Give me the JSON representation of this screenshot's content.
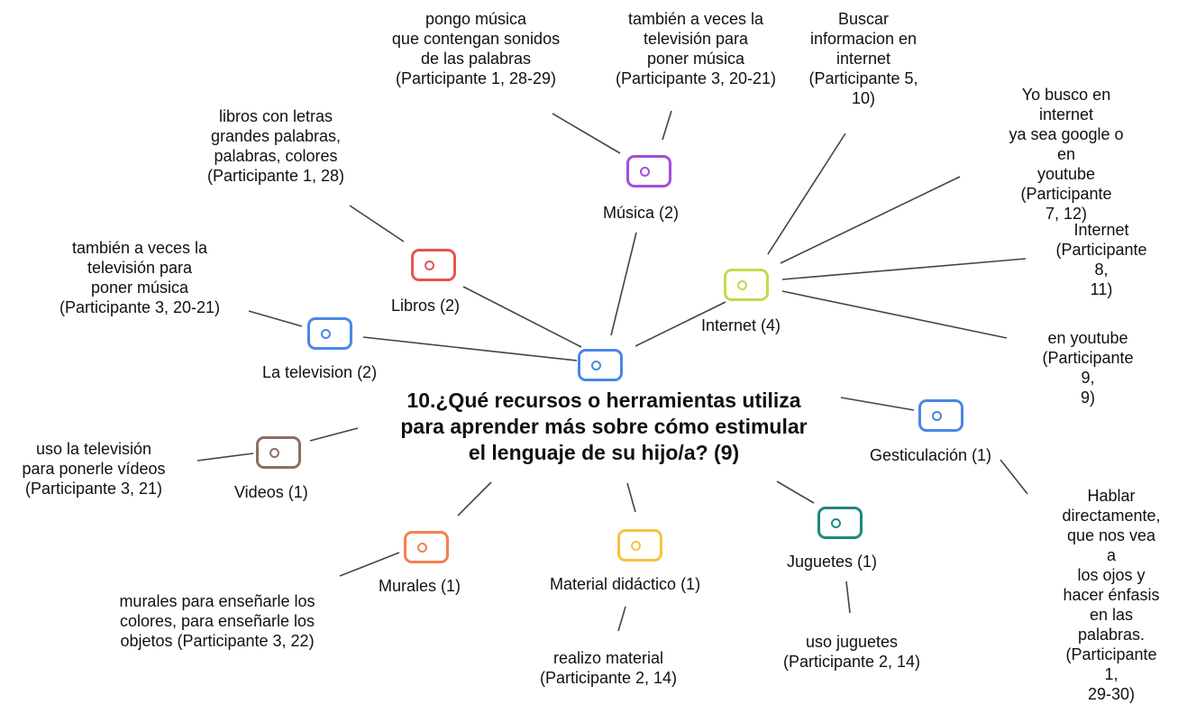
{
  "central": {
    "title": "10.¿Qué recursos o herramientas utiliza\npara aprender más sobre cómo estimular\nel lenguaje de su hijo/a? (9)",
    "color": "#4a86e8"
  },
  "categories": {
    "musica": {
      "label": "Música (2)",
      "color": "#a64dde"
    },
    "libros": {
      "label": "Libros (2)",
      "color": "#e8534f"
    },
    "television": {
      "label": "La television (2)",
      "color": "#4a86e8"
    },
    "internet": {
      "label": "Internet (4)",
      "color": "#c3d94e"
    },
    "gesticulacion": {
      "label": "Gesticulación (1)",
      "color": "#4a86e8"
    },
    "videos": {
      "label": "Videos (1)",
      "color": "#8d6e63"
    },
    "murales": {
      "label": "Murales (1)",
      "color": "#f4814c"
    },
    "material": {
      "label": "Material didáctico (1)",
      "color": "#f5c33b"
    },
    "juguetes": {
      "label": "Juguetes (1)",
      "color": "#1e8a7a"
    }
  },
  "quotes": {
    "musica_1": "pongo música\nque contengan sonidos\nde las palabras\n(Participante 1, 28-29)",
    "musica_2": "también a veces la\ntelevisión para\nponer música\n(Participante 3, 20-21)",
    "libros_1": "libros con letras\ngrandes palabras,\npalabras, colores\n(Participante 1, 28)",
    "television_1": "también a veces la\ntelevisión para\nponer música\n(Participante 3, 20-21)",
    "internet_1": "Buscar\ninformacion en\ninternet\n(Participante 5,\n10)",
    "internet_2": "Yo busco en internet\nya sea google o en\nyoutube (Participante\n7, 12)",
    "internet_3": "Internet\n(Participante 8,\n11)",
    "internet_4": "en youtube\n(Participante 9,\n9)",
    "gesticulacion_1": "Hablar\ndirectamente,\nque nos vea a\nlos ojos y\nhacer énfasis\nen las palabras.\n(Participante 1,\n29-30)",
    "videos_1": "uso la televisión\npara ponerle vídeos\n(Participante 3, 21)",
    "murales_1": "murales para enseñarle los\ncolores, para enseñarle los\nobjetos (Participante 3, 22)",
    "material_1": "realizo material\n(Participante 2, 14)",
    "juguetes_1": "uso juguetes\n(Participante 2, 14)"
  }
}
